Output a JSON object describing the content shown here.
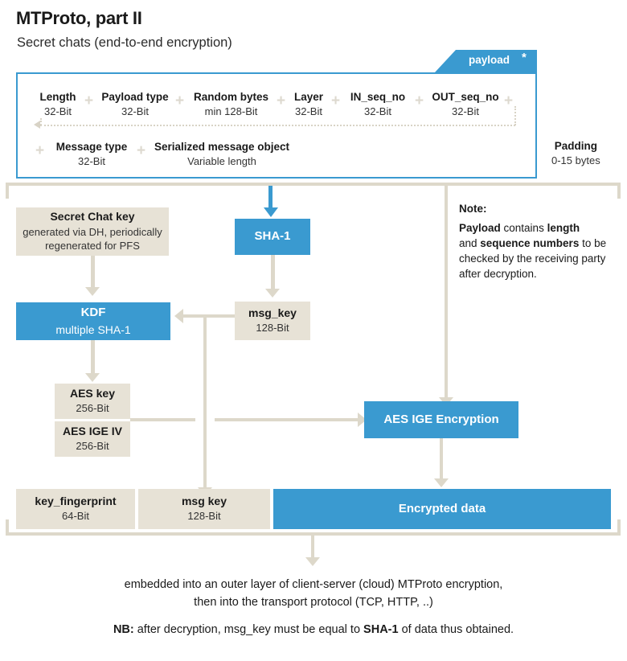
{
  "header": {
    "title": "MTProto, part II",
    "subtitle": "Secret chats (end-to-end encryption)"
  },
  "payload": {
    "tab_label": "payload",
    "tab_star": "*",
    "fields_row1": [
      {
        "name": "Length",
        "sub": "32-Bit"
      },
      {
        "name": "Payload type",
        "sub": "32-Bit"
      },
      {
        "name": "Random bytes",
        "sub": "min 128-Bit"
      },
      {
        "name": "Layer",
        "sub": "32-Bit"
      },
      {
        "name": "IN_seq_no",
        "sub": "32-Bit"
      },
      {
        "name": "OUT_seq_no",
        "sub": "32-Bit"
      }
    ],
    "fields_row2": [
      {
        "name": "Message type",
        "sub": "32-Bit"
      },
      {
        "name": "Serialized message object",
        "sub": "Variable length"
      }
    ],
    "separator": "+"
  },
  "padding": {
    "name": "Padding",
    "sub": "0-15 bytes"
  },
  "note": {
    "heading": "Note:",
    "line1_a": "Payload",
    "line1_b": " contains ",
    "line1_c": "length",
    "line2_a": "and ",
    "line2_b": "sequence numbers",
    "line2_c": " to be",
    "line3": "checked by the receiving party",
    "line4": "after decryption."
  },
  "boxes": {
    "secret_chat_key": {
      "title": "Secret Chat key",
      "sub1": "generated via DH, periodically",
      "sub2": "regenerated for PFS"
    },
    "sha1": {
      "title": "SHA-1"
    },
    "msg_key": {
      "title": "msg_key",
      "sub": "128-Bit"
    },
    "kdf": {
      "title": "KDF",
      "sub": "multiple SHA-1"
    },
    "aes_key": {
      "title": "AES key",
      "sub": "256-Bit"
    },
    "aes_ige_iv": {
      "title": "AES IGE IV",
      "sub": "256-Bit"
    },
    "aes_ige_encryption": {
      "title": "AES IGE Encryption"
    },
    "key_fingerprint": {
      "title": "key_fingerprint",
      "sub": "64-Bit"
    },
    "msg_key_out": {
      "title": "msg key",
      "sub": "128-Bit"
    },
    "encrypted_data": {
      "title": "Encrypted data"
    }
  },
  "footer": {
    "line1": "embedded into an outer layer of client-server (cloud) MTProto encryption,",
    "line2": "then into the transport protocol (TCP, HTTP, ..)",
    "nb_label": "NB:",
    "nb_text_a": " after decryption, msg_key must be equal to ",
    "nb_bold": "SHA-1",
    "nb_text_b": " of data thus obtained."
  },
  "colors": {
    "accent_blue": "#3a9ad0",
    "beige": "#e7e2d6",
    "connector": "#ddd8ca"
  }
}
